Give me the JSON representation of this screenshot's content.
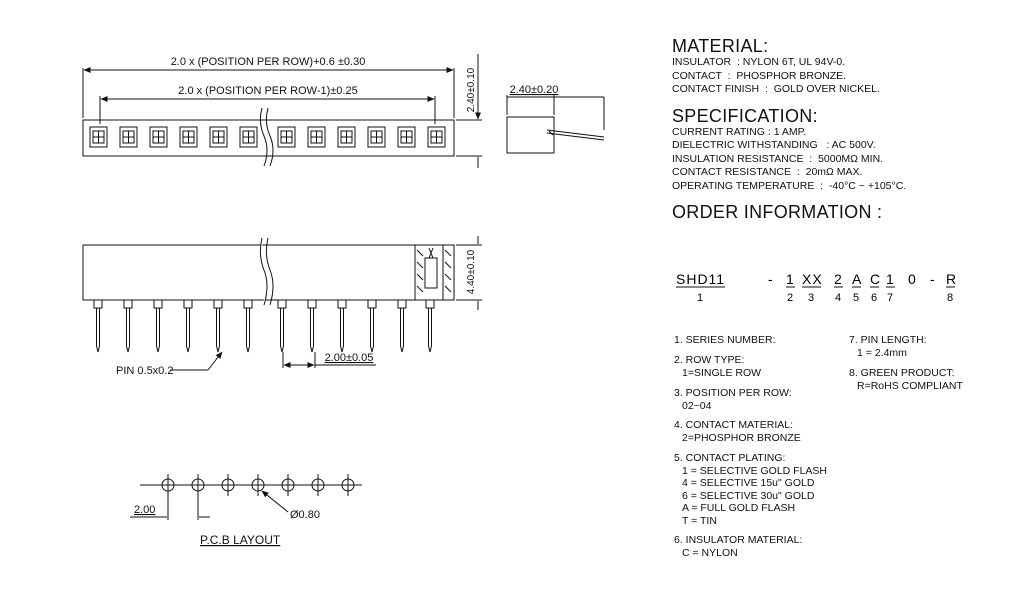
{
  "dimensions": {
    "top_overall": "2.0 x (POSITION PER ROW)+0.6 ±0.30",
    "top_inner": "2.0 x (POSITION PER ROW-1)±0.25",
    "top_height": "2.40±0.10",
    "side_width": "2.40±0.20",
    "front_height": "4.40±0.10",
    "pin_size": "PIN 0.5x0.2",
    "pitch": "2.00±0.05",
    "pcb_pitch": "2.00",
    "pcb_hole": "Ø0.80",
    "pcb_title": "P.C.B LAYOUT"
  },
  "material": {
    "title": "MATERIAL:",
    "lines": [
      "INSULATOR  : NYLON 6T, UL 94V-0.",
      "CONTACT  :  PHOSPHOR BRONZE.",
      "CONTACT FINISH  :  GOLD OVER NICKEL."
    ]
  },
  "specification": {
    "title": "SPECIFICATION:",
    "lines": [
      "CURRENT RATING : 1 AMP.",
      "DIELECTRIC WITHSTANDING   : AC 500V.",
      "INSULATION RESISTANCE  :  5000MΩ MIN.",
      "CONTACT RESISTANCE  :  20mΩ MAX.",
      "OPERATING TEMPERATURE  :  -40°C ~ +105°C."
    ]
  },
  "order": {
    "title": "ORDER INFORMATION :",
    "segments": [
      {
        "code": "SHD11",
        "num": "1"
      },
      {
        "code": "-",
        "num": ""
      },
      {
        "code": "1",
        "num": "2"
      },
      {
        "code": "XX",
        "num": "3"
      },
      {
        "code": "2",
        "num": "4"
      },
      {
        "code": "A",
        "num": "5"
      },
      {
        "code": "C",
        "num": "6"
      },
      {
        "code": "1",
        "num": "7"
      },
      {
        "code": "0",
        "num": ""
      },
      {
        "code": "-",
        "num": ""
      },
      {
        "code": "R",
        "num": "8"
      }
    ],
    "items_left": [
      {
        "title": "1. SERIES NUMBER:",
        "sub": []
      },
      {
        "title": "2. ROW TYPE:",
        "sub": [
          "1=SINGLE ROW"
        ]
      },
      {
        "title": "3. POSITION PER ROW:",
        "sub": [
          "02~04"
        ]
      },
      {
        "title": "4. CONTACT MATERIAL:",
        "sub": [
          "2=PHOSPHOR BRONZE"
        ]
      },
      {
        "title": "5. CONTACT PLATING:",
        "sub": [
          "1 = SELECTIVE GOLD FLASH",
          "4 = SELECTIVE 15u\" GOLD",
          "6 = SELECTIVE 30u\" GOLD",
          "A = FULL GOLD FLASH",
          "T = TIN"
        ]
      },
      {
        "title": "6. INSULATOR MATERIAL:",
        "sub": [
          "C = NYLON"
        ]
      }
    ],
    "items_right": [
      {
        "title": "7. PIN LENGTH:",
        "sub": [
          "1 = 2.4mm"
        ]
      },
      {
        "title": "8. GREEN PRODUCT:",
        "sub": [
          "R=RoHS COMPLIANT"
        ]
      }
    ]
  }
}
